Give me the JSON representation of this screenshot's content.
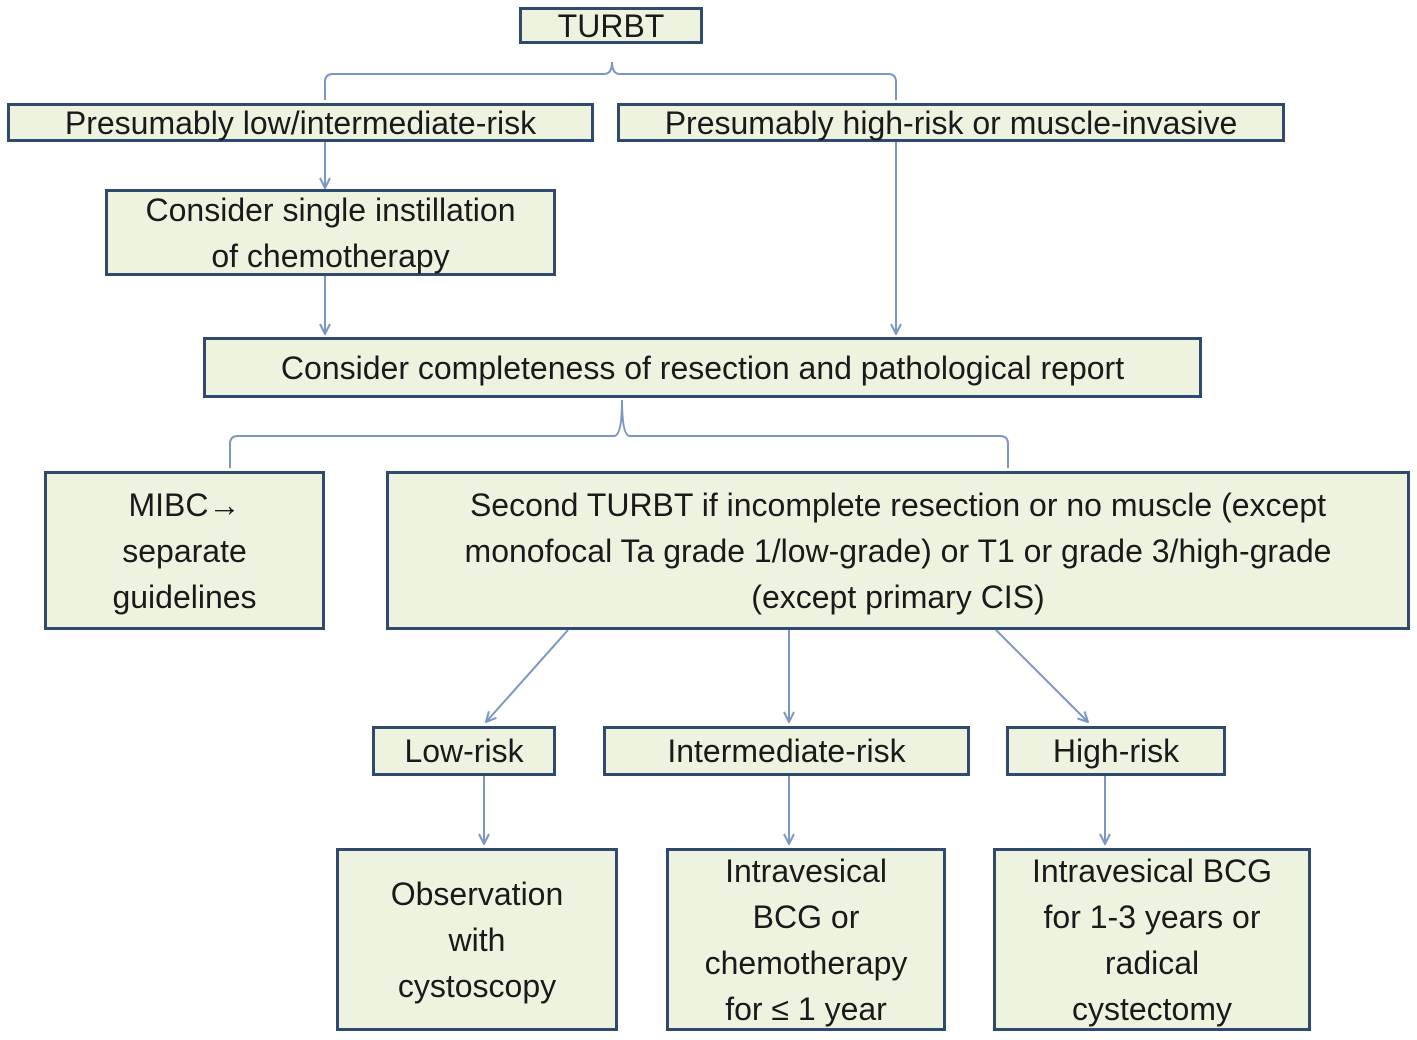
{
  "colors": {
    "box_fill": "#eef3df",
    "box_border": "#2f4a6e",
    "connector": "#7b96c4",
    "text": "#1a1a1a"
  },
  "nodes": {
    "turbt": "TURBT",
    "low_intermediate": "Presumably low/intermediate-risk",
    "high_muscle": "Presumably high-risk or muscle-invasive",
    "single_instillation": "Consider single instillation\nof chemotherapy",
    "completeness": "Consider completeness of resection and pathological report",
    "mibc": "MIBC→\nseparate\nguidelines",
    "second_turbt": "Second TURBT if incomplete resection or no muscle (except\nmonofocal Ta grade 1/low-grade) or T1 or grade 3/high-grade\n(except primary CIS)",
    "low_risk": "Low-risk",
    "intermediate_risk": "Intermediate-risk",
    "high_risk": "High-risk",
    "observation": "Observation\nwith\ncystoscopy",
    "intravesical_chemo": "Intravesical\nBCG or\nchemotherapy\nfor ≤ 1 year",
    "intravesical_bcg": "Intravesical BCG\nfor 1-3 years or\nradical\ncystectomy"
  }
}
